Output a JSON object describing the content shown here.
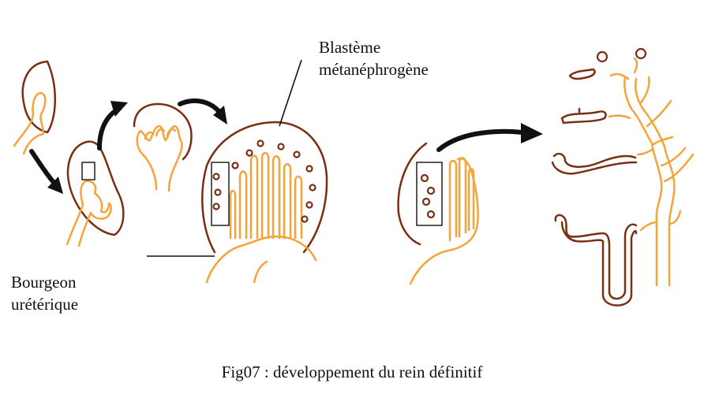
{
  "labels": {
    "blasteme_line1": "Blastème",
    "blasteme_line2": "métanéphrogène",
    "bourgeon_line1": "Bourgeon",
    "bourgeon_line2": "urétérique",
    "caption": "Fig07 : développement du rein définitif"
  },
  "colors": {
    "ureteric_bud": "#f4a43a",
    "metanephric_blastema": "#7a2e12",
    "arrows": "#111111"
  }
}
